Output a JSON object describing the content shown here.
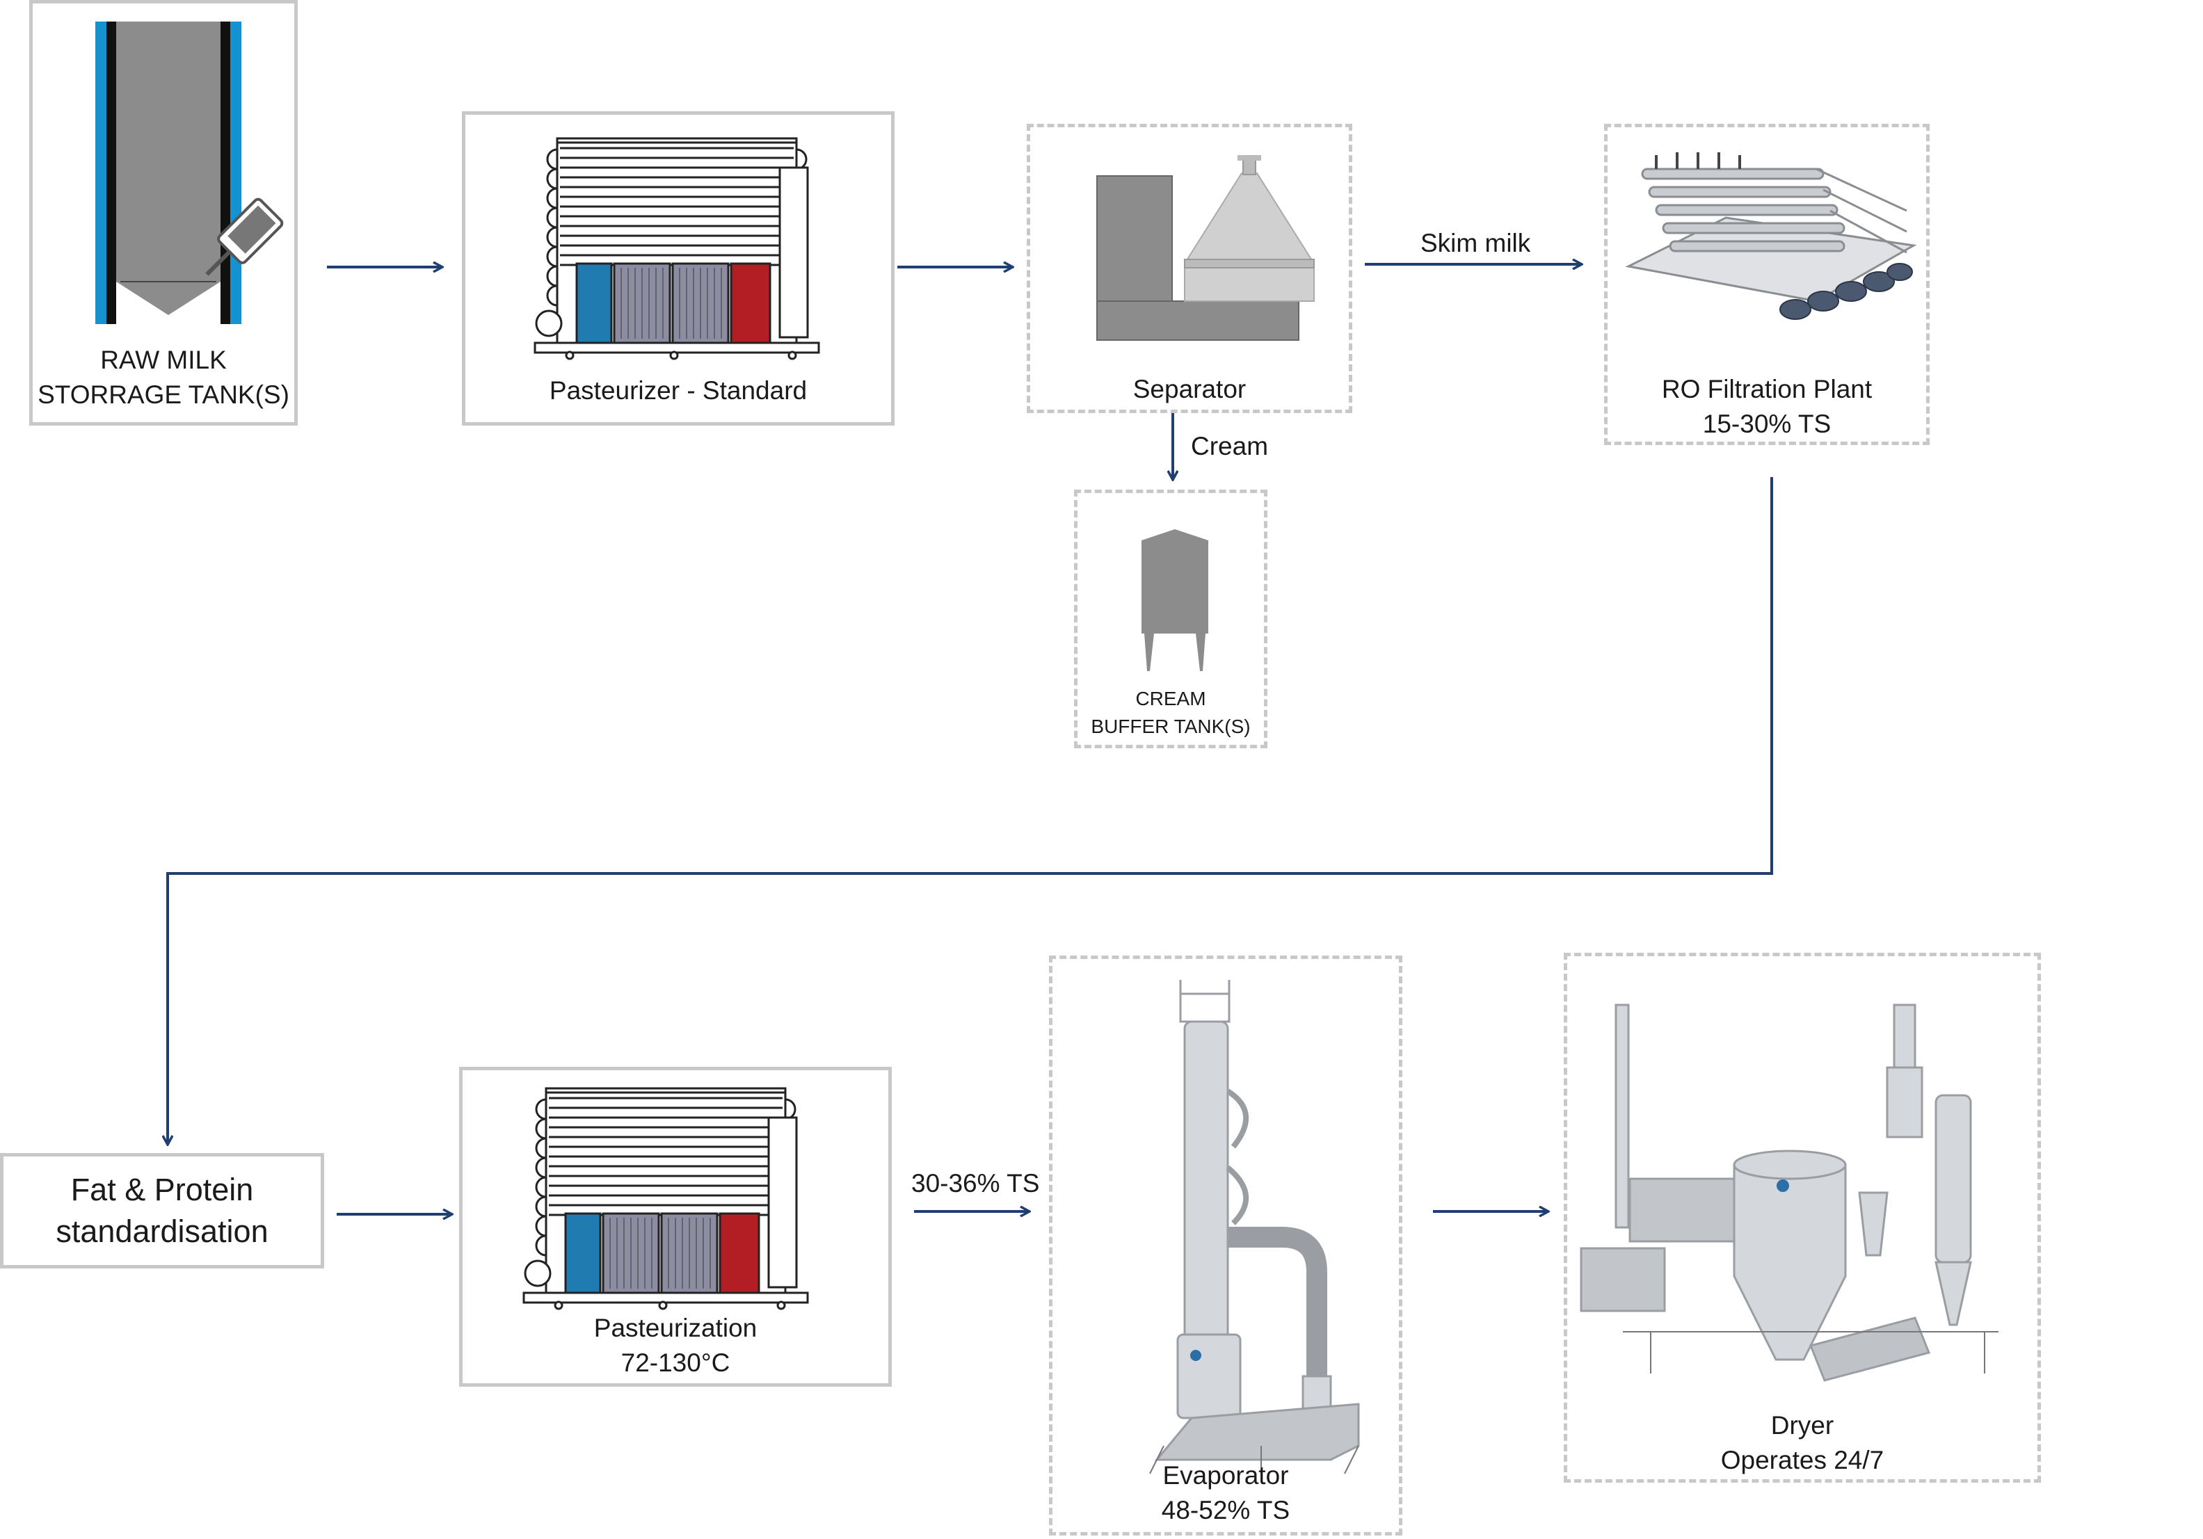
{
  "nodes": {
    "raw_milk": {
      "line1": "RAW MILK",
      "line2": "STORRAGE TANK(S)"
    },
    "pasteurizer": {
      "line1": "Pasteurizer - Standard"
    },
    "separator": {
      "line1": "Separator"
    },
    "ro_plant": {
      "line1": "RO Filtration Plant",
      "line2": "15-30% TS"
    },
    "cream_tank": {
      "line1": "CREAM",
      "line2": "BUFFER TANK(S)"
    },
    "standardisation": {
      "line1": "Fat & Protein",
      "line2": "standardisation"
    },
    "pasteurization": {
      "line1": "Pasteurization",
      "line2": "72-130°C"
    },
    "evaporator": {
      "line1": "Evaporator",
      "line2": "48-52% TS"
    },
    "dryer": {
      "line1": "Dryer",
      "line2": "Operates 24/7"
    }
  },
  "flows": {
    "skim_milk": "Skim milk",
    "cream": "Cream",
    "ts_30_36": "30-36% TS"
  },
  "colors": {
    "arrow": "#1f3f73",
    "border": "#c8c8c8",
    "equipment_gray": "#8c8c8c",
    "heat_blue": "#1f7bb0",
    "heat_red": "#b31e24",
    "plate_purple": "#8c8ca3",
    "tank_blue": "#1593d1"
  }
}
